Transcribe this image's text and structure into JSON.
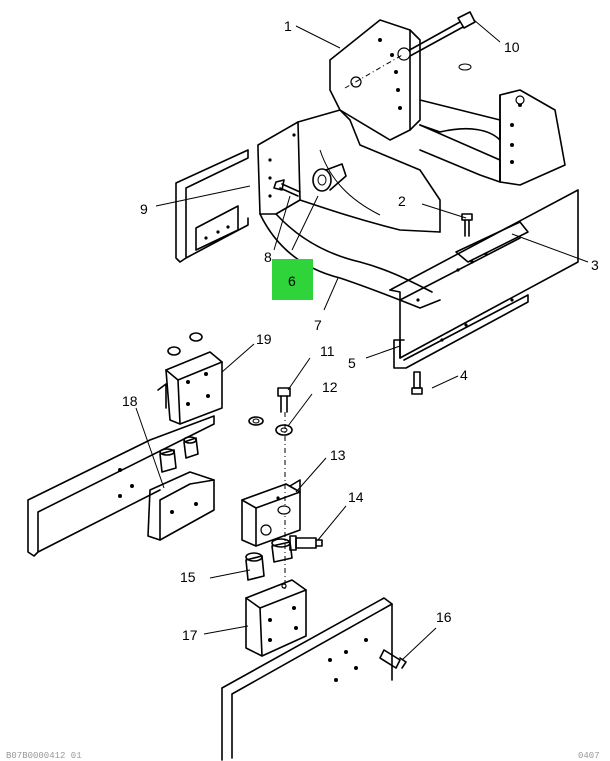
{
  "callouts": [
    {
      "id": "c1",
      "text": "1"
    },
    {
      "id": "c2",
      "text": "2"
    },
    {
      "id": "c3",
      "text": "3"
    },
    {
      "id": "c4",
      "text": "4"
    },
    {
      "id": "c5",
      "text": "5"
    },
    {
      "id": "c6",
      "text": "6"
    },
    {
      "id": "c7",
      "text": "7"
    },
    {
      "id": "c8",
      "text": "8"
    },
    {
      "id": "c9",
      "text": "9"
    },
    {
      "id": "c10",
      "text": "10"
    },
    {
      "id": "c11",
      "text": "11"
    },
    {
      "id": "c12",
      "text": "12"
    },
    {
      "id": "c13",
      "text": "13"
    },
    {
      "id": "c14",
      "text": "14"
    },
    {
      "id": "c15",
      "text": "15"
    },
    {
      "id": "c16",
      "text": "16"
    },
    {
      "id": "c17",
      "text": "17"
    },
    {
      "id": "c18",
      "text": "18"
    },
    {
      "id": "c19",
      "text": "19"
    }
  ],
  "highlighted_callout": "6",
  "highlight_color": "#2ed43a",
  "line_color": "#000000",
  "footer_left": "B07B0000412 01",
  "footer_right": "0407"
}
